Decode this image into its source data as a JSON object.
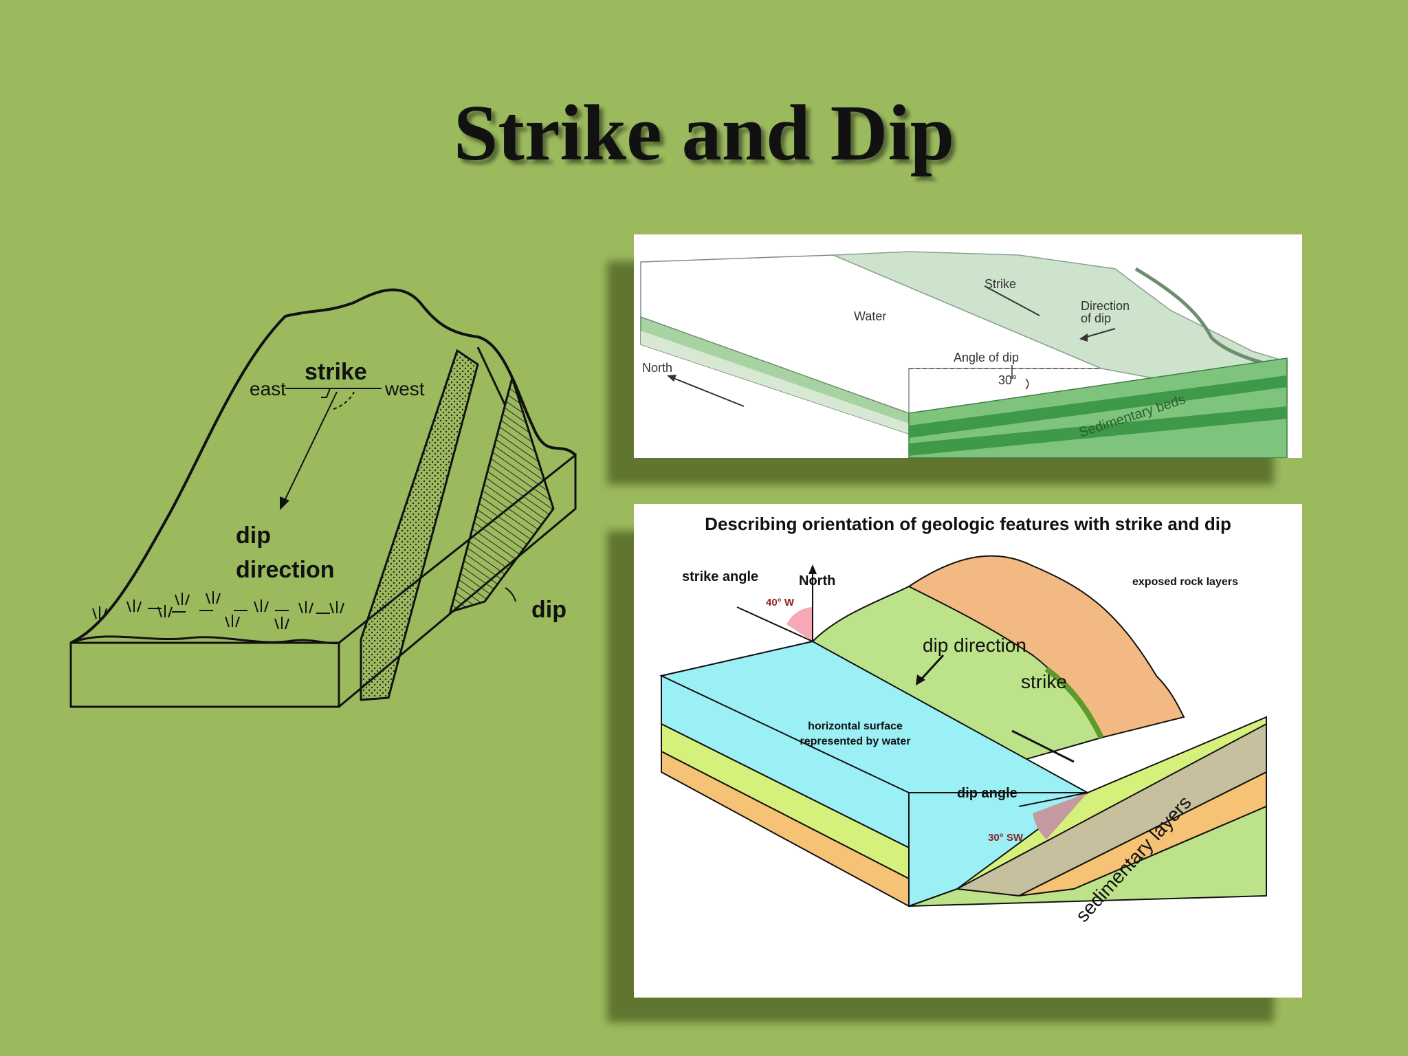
{
  "slide": {
    "title": "Strike and Dip",
    "background": "#9bba5e"
  },
  "left_diagram": {
    "strike": "strike",
    "east": "east",
    "west": "west",
    "dip_direction_line1": "dip",
    "dip_direction_line2": "direction",
    "dip": "dip"
  },
  "top_diagram": {
    "strike": "Strike",
    "water": "Water",
    "direction_line1": "Direction",
    "direction_line2": "of dip",
    "north": "North",
    "angle_of_dip": "Angle of dip",
    "angle_value": "30°",
    "sedimentary_beds": "Sedimentary beds"
  },
  "bottom_diagram": {
    "heading": "Describing orientation of geologic features with strike and dip",
    "strike_angle": "strike angle",
    "north": "North",
    "strike_value": "40° W",
    "exposed": "exposed rock layers",
    "dip_direction": "dip direction",
    "strike": "strike",
    "horizontal_line1": "horizontal surface",
    "horizontal_line2": "represented by water",
    "dip_angle": "dip angle",
    "dip_value": "30° SW",
    "sedimentary_layers": "sedimentary layers"
  }
}
